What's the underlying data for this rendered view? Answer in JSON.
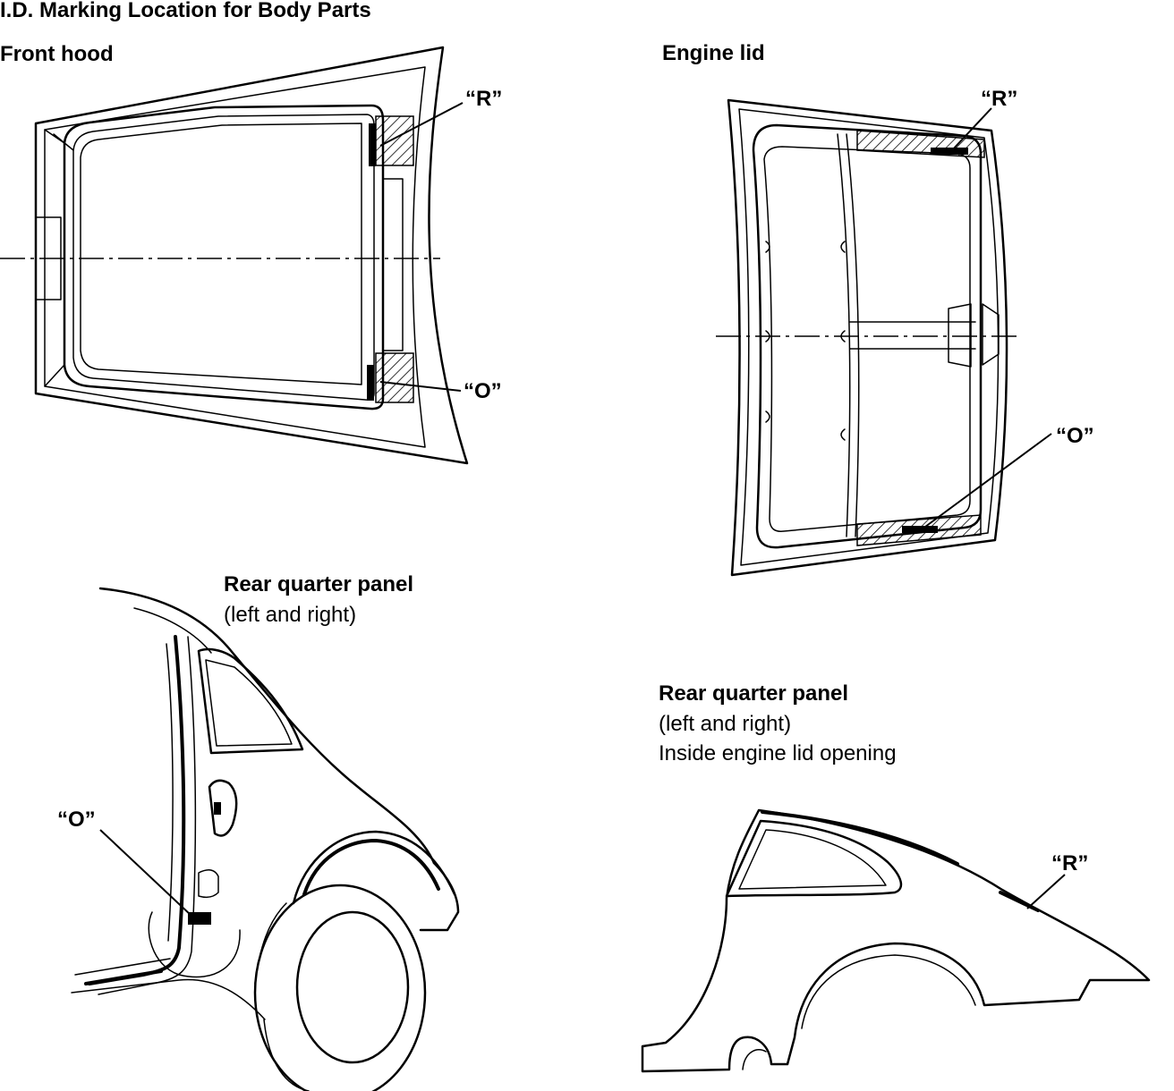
{
  "page": {
    "title": "I.D. Marking Location for Body Parts"
  },
  "front_hood": {
    "heading": "Front hood",
    "mark_r": "“R”",
    "mark_o": "“O”"
  },
  "engine_lid": {
    "heading": "Engine lid",
    "mark_r": "“R”",
    "mark_o": "“O”"
  },
  "rear_quarter_outside": {
    "heading": "Rear quarter panel",
    "subheading": "(left and right)",
    "mark_o": "“O”"
  },
  "rear_quarter_inside": {
    "heading": "Rear quarter panel",
    "subheading": "(left and right)",
    "note": "Inside engine lid opening",
    "mark_r": "“R”"
  }
}
